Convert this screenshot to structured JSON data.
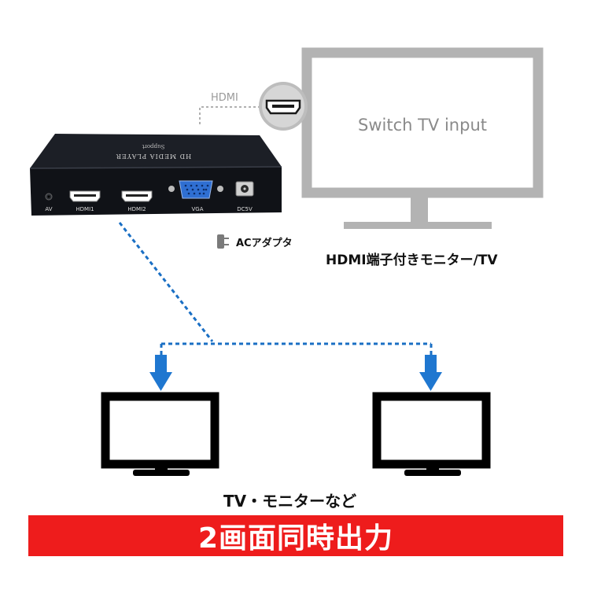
{
  "connector_label": "HDMI",
  "big_monitor": {
    "screen_text": "Switch TV input",
    "caption": "HDMI端子付きモニター/TV"
  },
  "device": {
    "top_text_1": "HD MEDIA PLAYER",
    "top_text_2": "Support",
    "ports": {
      "av": "AV",
      "hdmi1": "HDMI1",
      "hdmi2": "HDMI2",
      "vga": "VGA",
      "dc": "DC5V"
    }
  },
  "ac_adapter_label": "ACアダプタ",
  "small_monitors_caption": "TV・モニターなど",
  "banner_text": "2画面同時出力",
  "colors": {
    "banner": "#ee1c1c",
    "dashed_link": "#1a6fc4",
    "arrow": "#1f77d0",
    "big_monitor": "#b3b3b3",
    "device_body": "#1c1f26"
  }
}
